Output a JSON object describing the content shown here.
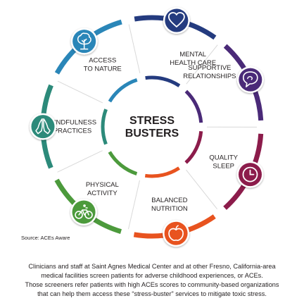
{
  "center": {
    "line1": "STRESS",
    "line2": "BUSTERS"
  },
  "segments": [
    {
      "line1": "MENTAL",
      "line2": "HEALTH CARE",
      "icon": "heart-icon",
      "color": "#243b7f"
    },
    {
      "line1": "SUPPORTIVE",
      "line2": "RELATIONSHIPS",
      "icon": "speech-bubble-icon",
      "color": "#4a2a78"
    },
    {
      "line1": "QUALITY",
      "line2": "SLEEP",
      "icon": "clock-icon",
      "color": "#8c1c4b"
    },
    {
      "line1": "BALANCED",
      "line2": "NUTRITION",
      "icon": "apple-icon",
      "color": "#e8531f"
    },
    {
      "line1": "PHYSICAL",
      "line2": "ACTIVITY",
      "icon": "bicycle-icon",
      "color": "#4c9a3c"
    },
    {
      "line1": "MINDFULNESS",
      "line2": "PRACTICES",
      "icon": "praying-hands-icon",
      "color": "#2c8a7a"
    },
    {
      "line1": "ACCESS",
      "line2": "TO NATURE",
      "icon": "tree-icon",
      "color": "#2a86b8"
    }
  ],
  "source": "Source: ACEs Aware",
  "caption": [
    "Clinicians and staff at Saint Agnes Medical Center and at other Fresno, California-area",
    "medical facilities screen patients for adverse childhood experiences, or ACEs.",
    "Those screeners refer patients with high ACEs scores to community-based organizations",
    "that can help them access these “stress-buster” services to mitigate toxic stress."
  ]
}
